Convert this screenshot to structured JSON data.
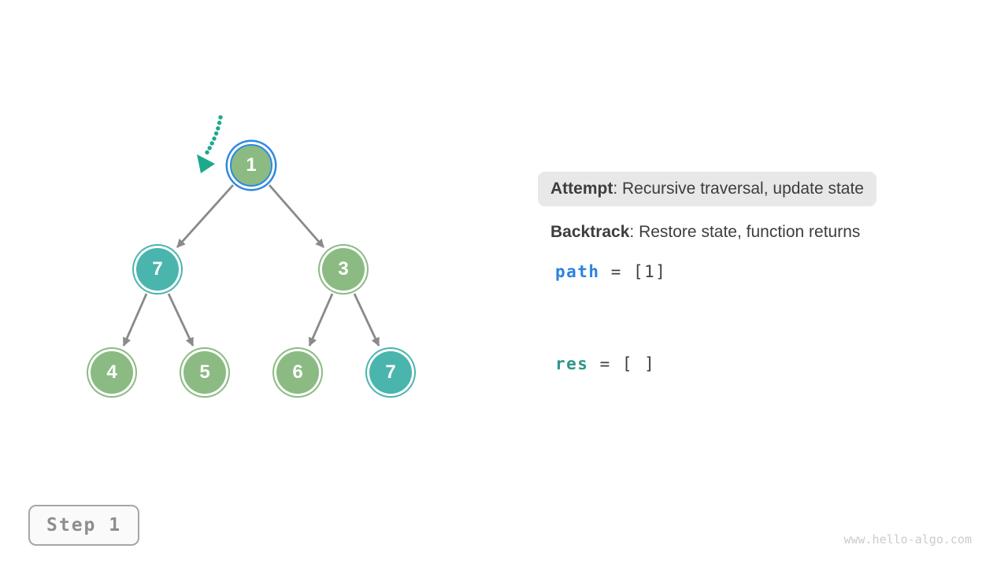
{
  "colors": {
    "node_green": "#8bbb83",
    "node_teal": "#4ab5ad",
    "highlight_blue": "#2f88e0",
    "edge_gray": "#8a8a8a",
    "arrow_teal": "#1ca98c",
    "text_dark": "#3d3d3d",
    "path_blue": "#2a82dd",
    "res_teal": "#2e9687",
    "pill_bg": "#e8e8e8",
    "step_text": "#8e8e8e",
    "watermark_gray": "#cbcbcb"
  },
  "tree": {
    "nodes": [
      {
        "label": "1",
        "variant": "green",
        "highlighted": true
      },
      {
        "label": "7",
        "variant": "teal",
        "highlighted": false
      },
      {
        "label": "3",
        "variant": "green",
        "highlighted": false
      },
      {
        "label": "4",
        "variant": "green",
        "highlighted": false
      },
      {
        "label": "5",
        "variant": "green",
        "highlighted": false
      },
      {
        "label": "6",
        "variant": "green",
        "highlighted": false
      },
      {
        "label": "7",
        "variant": "teal",
        "highlighted": false
      }
    ]
  },
  "legend": {
    "attempt_label": "Attempt",
    "attempt_text": ": Recursive traversal, update state",
    "backtrack_label": "Backtrack",
    "backtrack_text": ": Restore state, function returns"
  },
  "state": {
    "path": {
      "name": "path",
      "value": "= [1]"
    },
    "res": {
      "name": "res",
      "value": "= [ ]"
    }
  },
  "step": {
    "label": "Step 1"
  },
  "watermark": "www.hello-algo.com"
}
